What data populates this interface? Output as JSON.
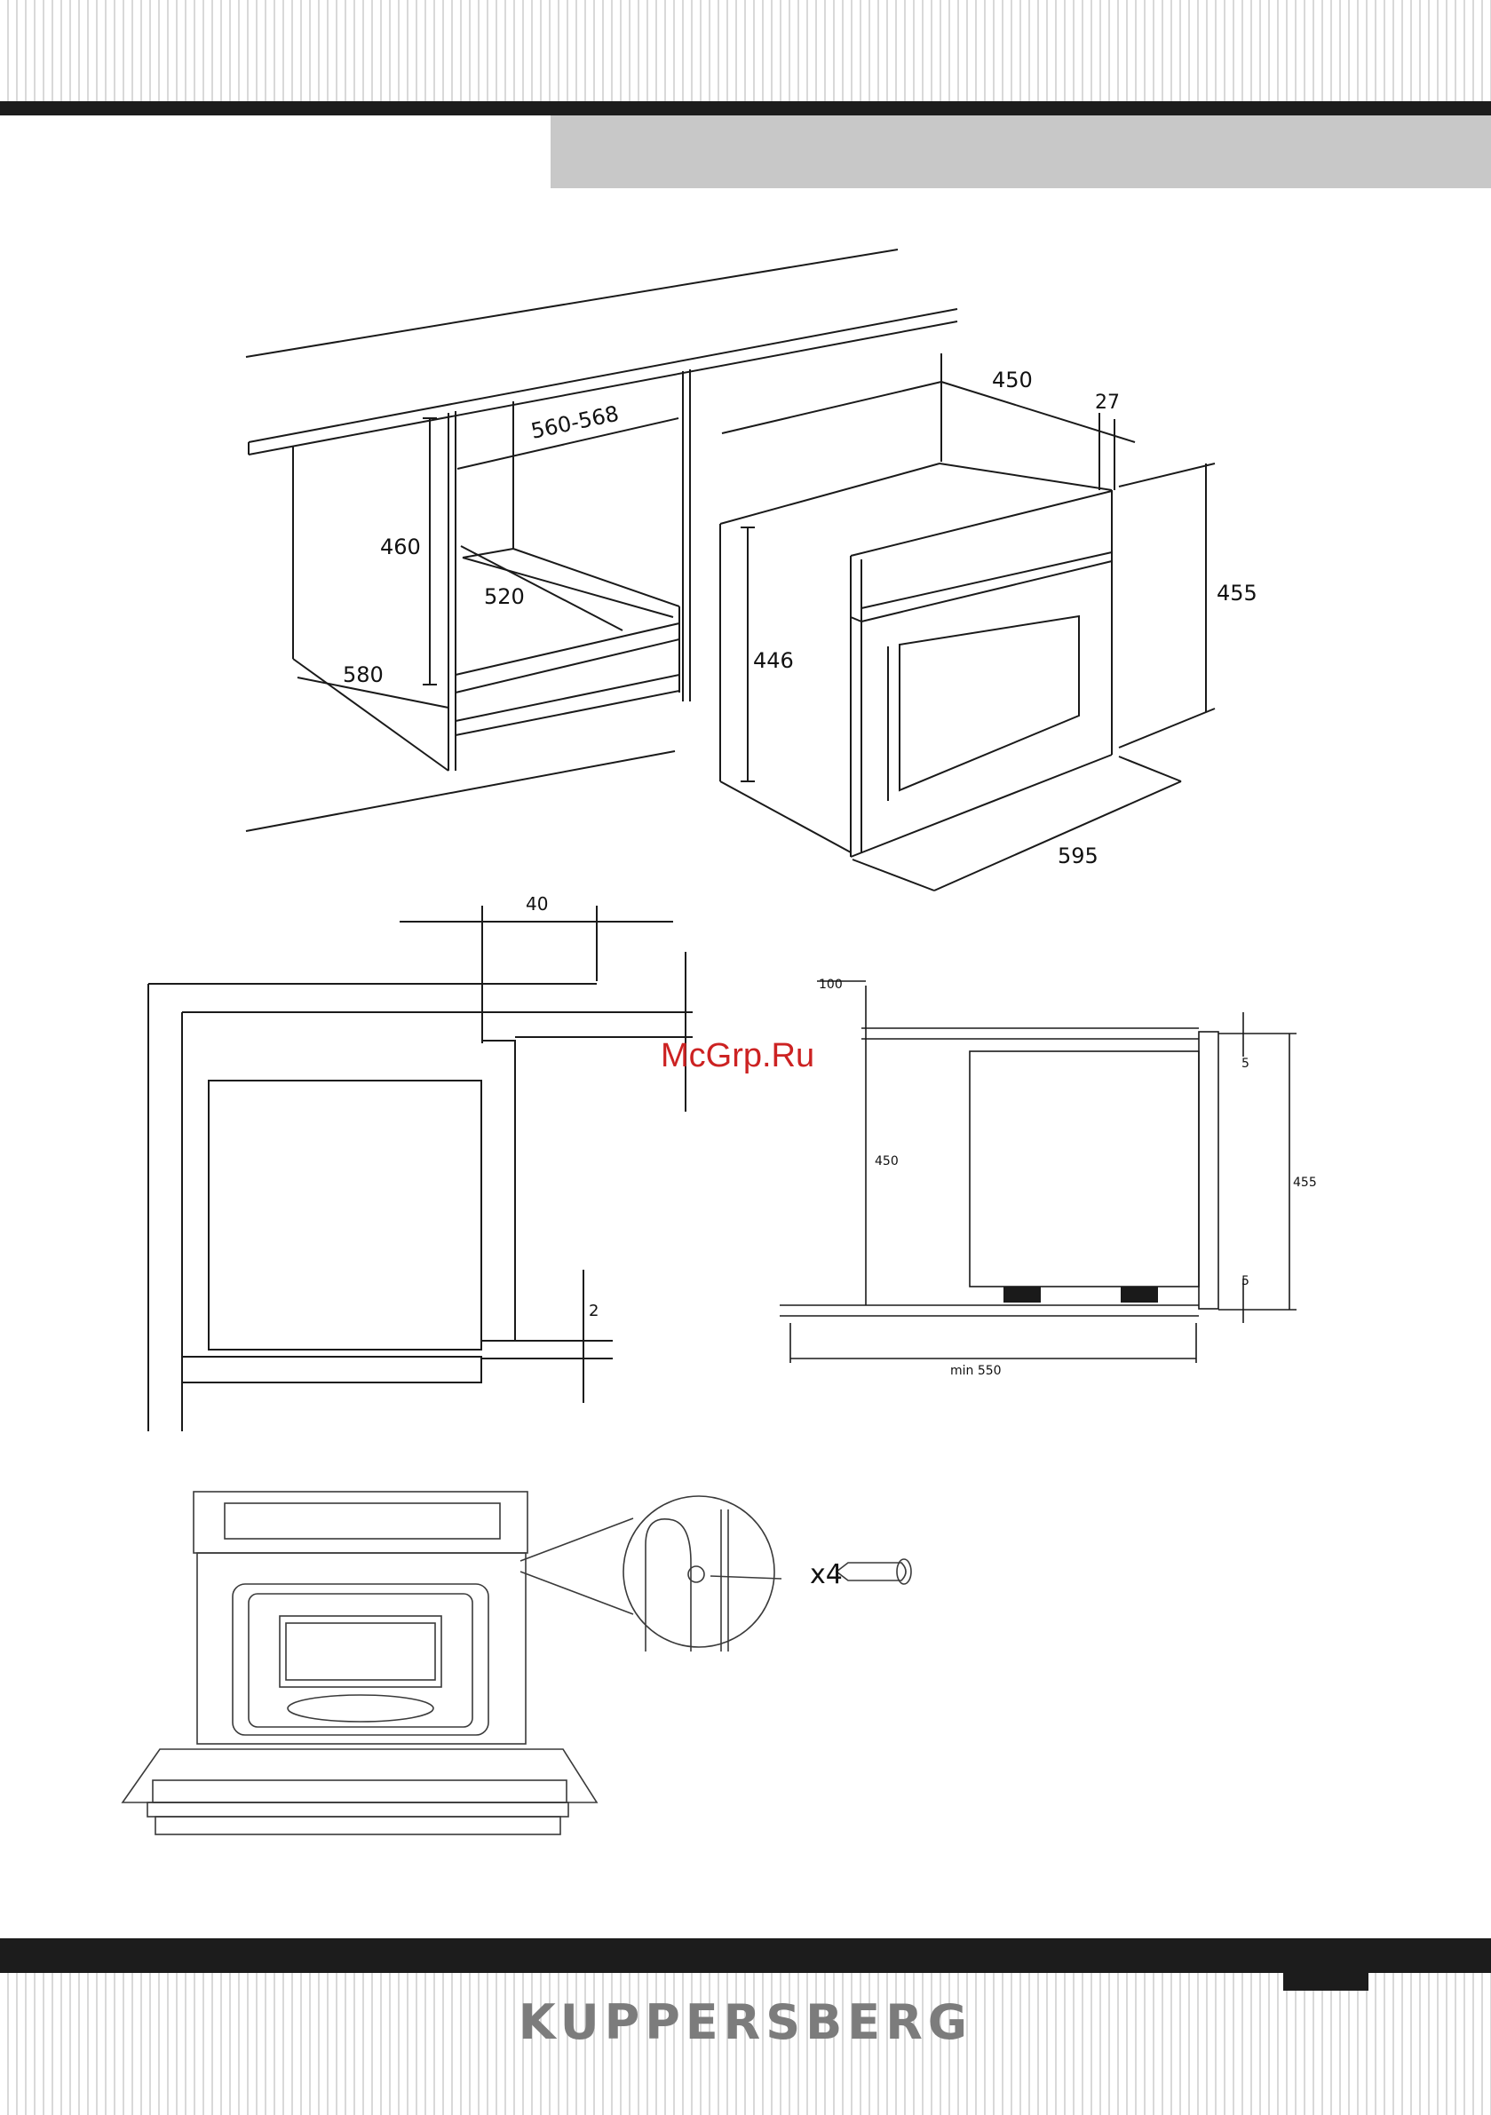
{
  "header": {
    "title": ""
  },
  "watermark": "McGrp.Ru",
  "brand": "KUPPERSBERG",
  "figure1": {
    "niche_width": "560-568",
    "niche_height": "460",
    "niche_depth": "520",
    "cabinet_depth": "580",
    "appliance_depth": "450",
    "front_depth": "27",
    "appliance_height": "455",
    "body_height": "446",
    "appliance_width": "595"
  },
  "figure2": {
    "gap_top": "40",
    "gap_bottom": "2"
  },
  "figure3": {
    "rear_clearance": "100",
    "body_height": "450",
    "total_height": "455",
    "top_offset": "5",
    "bottom_offset": "5",
    "min_depth": "min 550"
  },
  "figure4": {
    "screw_count": "x4"
  }
}
